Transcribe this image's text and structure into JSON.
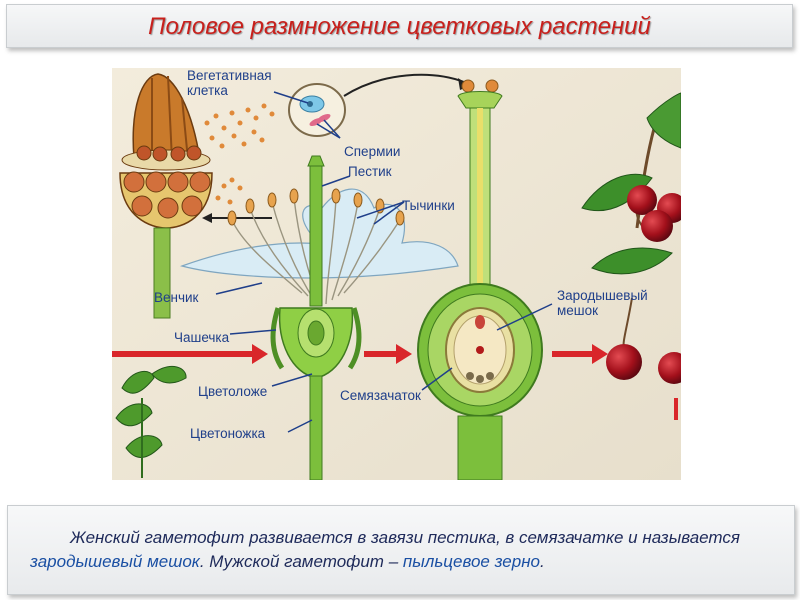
{
  "title": "Половое размножение цветковых растений",
  "labels": {
    "vegetative_cell": [
      "Вегетативная",
      "клетка"
    ],
    "sperm": "Спермии",
    "pistil": "Пестик",
    "stamens": "Тычинки",
    "corolla": "Венчик",
    "calyx": "Чашечка",
    "receptacle": "Цветоложе",
    "pedicel": "Цветоножка",
    "embryo_sac": [
      "Зародышевый",
      "мешок"
    ],
    "ovule": "Семязачаток"
  },
  "caption": {
    "part1": "Женский гаметофит развивается в завязи пестика, в семязачатке и называется ",
    "part2": "зародышевый мешок",
    "part3": ". Мужской гаметофит – ",
    "part4": "пыльцевое зерно",
    "part5": "."
  },
  "colors": {
    "title": "#c8201c",
    "caption": "#1e2a5a",
    "highlight": "#1a4fa3",
    "arrow": "#d9262a",
    "stem": "#7cbf3c",
    "label": "#1f3f8a"
  }
}
